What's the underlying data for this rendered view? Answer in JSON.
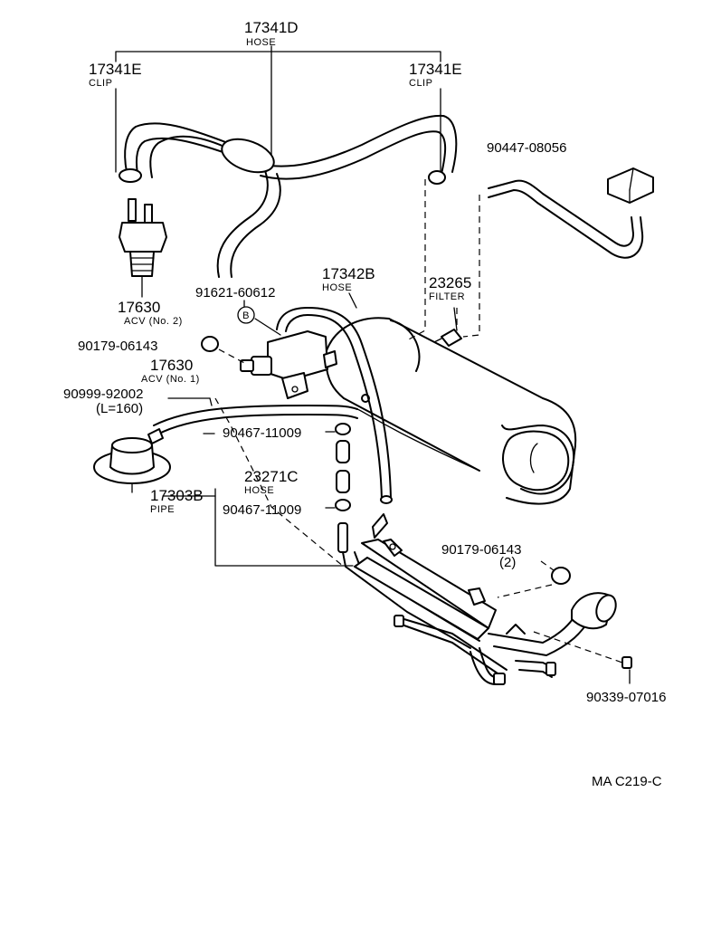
{
  "parts": {
    "hose_17341d": {
      "number": "17341D",
      "name": "HOSE"
    },
    "clip_left": {
      "number": "17341E",
      "name": "CLIP"
    },
    "clip_right": {
      "number": "17341E",
      "name": "CLIP"
    },
    "hose_90447": {
      "number": "90447-08056"
    },
    "acv_no2": {
      "number": "17630",
      "name": "ACV (No. 2)"
    },
    "part_91621": {
      "number": "91621-60612"
    },
    "ref_b": {
      "label": "B"
    },
    "hose_17342b": {
      "number": "17342B",
      "name": "HOSE"
    },
    "filter_23265": {
      "number": "23265",
      "name": "FILTER"
    },
    "part_90179_a": {
      "number": "90179-06143"
    },
    "acv_no1": {
      "number": "17630",
      "name": "ACV (No. 1)"
    },
    "hose_90999": {
      "number": "90999-92002",
      "length": "(L=160)"
    },
    "clamp_upper": {
      "number": "90467-11009"
    },
    "hose_23271c": {
      "number": "23271C",
      "name": "HOSE"
    },
    "pipe_17303b": {
      "number": "17303B",
      "name": "PIPE"
    },
    "clamp_lower": {
      "number": "90467-11009"
    },
    "part_90179_b": {
      "number": "90179-06143",
      "qty": "(2)"
    },
    "part_90339": {
      "number": "90339-07016"
    }
  },
  "figure_code": "MA C219-C"
}
